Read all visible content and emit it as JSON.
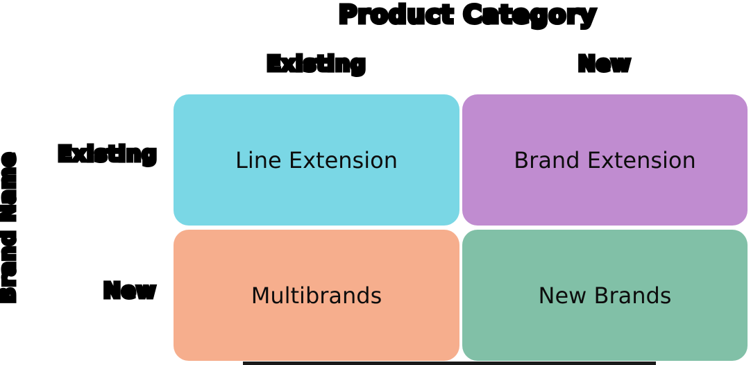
{
  "diagram": {
    "title": "Product Category",
    "column_axis": {
      "headers": [
        {
          "label": "Existing"
        },
        {
          "label": "New"
        }
      ]
    },
    "row_axis": {
      "label": "Brand Name",
      "headers": [
        {
          "label": "Existing"
        },
        {
          "label": "New"
        }
      ]
    },
    "cells": [
      {
        "label": "Line Extension",
        "color": "#7AD7E5"
      },
      {
        "label": "Brand Extension",
        "color": "#C08CD0"
      },
      {
        "label": "Multibrands",
        "color": "#F6AE8D"
      },
      {
        "label": "New Brands",
        "color": "#81C0A7"
      }
    ],
    "colors": {
      "background": "#FFFFFF",
      "label_text": "#000000",
      "cell_text": "#0D0D0D",
      "bottom_bar": "#1A1A1A"
    }
  }
}
